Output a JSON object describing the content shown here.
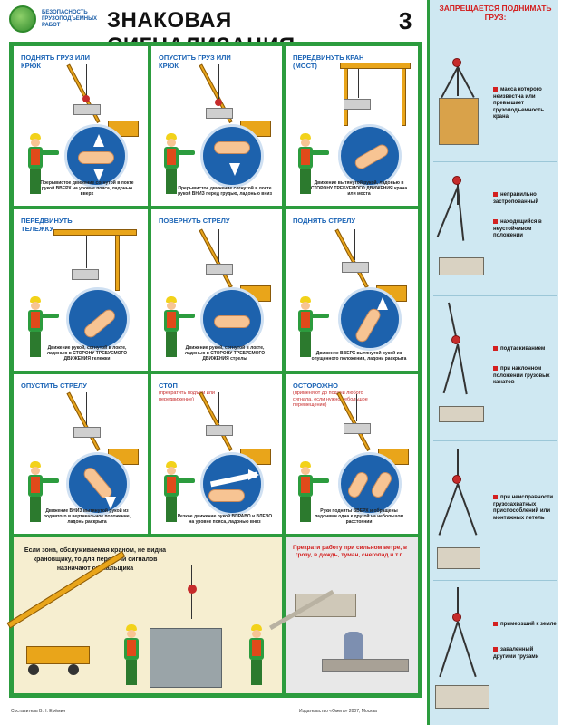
{
  "header": {
    "logo_text": "БЕЗОПАСНОСТЬ ГРУЗОПОДЪЕМНЫХ РАБОТ",
    "title": "ЗНАКОВАЯ СИГНАЛИЗАЦИЯ",
    "sheet_number": "3"
  },
  "signals": [
    {
      "label": "ПОДНЯТЬ ГРУЗ ИЛИ КРЮК",
      "sublabel": "",
      "caption": "Прерывистое движение согнутой в локте рукой ВВЕРХ на уровне пояса, ладонью вверх"
    },
    {
      "label": "ОПУСТИТЬ ГРУЗ ИЛИ КРЮК",
      "sublabel": "",
      "caption": "Прерывистое движение согнутой в локте рукой ВНИЗ перед грудью, ладонью вниз"
    },
    {
      "label": "ПЕРЕДВИНУТЬ КРАН (МОСТ)",
      "sublabel": "",
      "caption": "Движение вытянутой рукой, ладонью в СТОРОНУ ТРЕБУЕМОГО ДВИЖЕНИЯ крана или моста"
    },
    {
      "label": "ПЕРЕДВИНУТЬ ТЕЛЕЖКУ",
      "sublabel": "",
      "caption": "Движение рукой, согнутой в локте, ладонью в СТОРОНУ ТРЕБУЕМОГО ДВИЖЕНИЯ тележки"
    },
    {
      "label": "ПОВЕРНУТЬ СТРЕЛУ",
      "sublabel": "",
      "caption": "Движение рукой, согнутой в локте, ладонью в СТОРОНУ ТРЕБУЕМОГО ДВИЖЕНИЯ стрелы"
    },
    {
      "label": "ПОДНЯТЬ СТРЕЛУ",
      "sublabel": "",
      "caption": "Движение ВВЕРХ вытянутой рукой из опущенного положения, ладонь раскрыта"
    },
    {
      "label": "ОПУСТИТЬ СТРЕЛУ",
      "sublabel": "",
      "caption": "Движение ВНИЗ вытянутой рукой из поднятого в вертикальное положение, ладонь раскрыта"
    },
    {
      "label": "СТОП",
      "sublabel": "(прекратить подъем или передвижение)",
      "caption": "Резкое движение рукой ВПРАВО и ВЛЕВО на уровне пояса, ладонью вниз"
    },
    {
      "label": "ОСТОРОЖНО",
      "sublabel": "(применяют до подачи любого сигнала, если нужно небольшое перемещение)",
      "caption": "Руки подняты ВВЕРХ и обращены ладонями одна к другой на небольшом расстоянии"
    }
  ],
  "bottom_left": {
    "text": "Если зона, обслуживаемая краном, не видна крановщику, то для передачи сигналов назначают сигнальщика"
  },
  "bottom_right": {
    "text": "Прекрати работу при сильном ветре, в грозу, в дождь, туман, снегопад и т.п."
  },
  "footer": {
    "left": "Составитель В.Н. Ерёмин",
    "right": "Издательство «Омега» 2007, Москва"
  },
  "right_panel": {
    "title": "ЗАПРЕЩАЕТСЯ ПОДНИМАТЬ ГРУЗ:",
    "groups": [
      {
        "items": [
          "масса которого неизвестна или превышает грузоподъемность крана"
        ]
      },
      {
        "items": [
          "неправильно застропованный",
          "находящийся в неустойчивом положении"
        ]
      },
      {
        "items": [
          "подтаскиванием",
          "при наклонном положении грузовых канатов"
        ]
      },
      {
        "items": [
          "при неисправности грузозахватных приспособлений или монтажных петель"
        ]
      },
      {
        "items": [
          "примерзший к земле",
          "заваленный другими грузами"
        ]
      }
    ]
  },
  "colors": {
    "frame_green": "#2c9c3e",
    "signal_blue": "#1d62ad",
    "warning_red": "#d32020",
    "crane_yellow": "#e9a51a",
    "right_panel_bg": "#cfe8f2"
  }
}
